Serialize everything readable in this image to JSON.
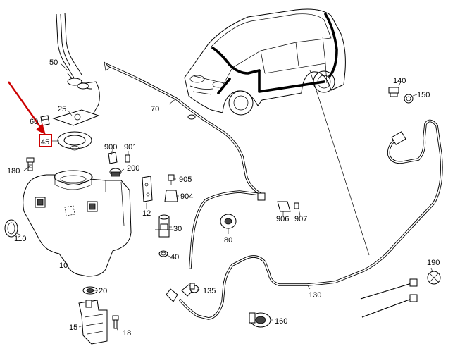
{
  "diagram": {
    "highlight_color": "#cc0000",
    "highlighted_label": "45",
    "labels": {
      "l10": "10",
      "l12": "12",
      "l15": "15",
      "l18": "18",
      "l20": "20",
      "l25": "25",
      "l30": "30",
      "l40": "40",
      "l45": "45",
      "l50": "50",
      "l60": "60",
      "l70": "70",
      "l80": "80",
      "l110": "110",
      "l130": "130",
      "l135": "135",
      "l140": "140",
      "l150": "150",
      "l160": "160",
      "l180": "180",
      "l190": "190",
      "l200": "200",
      "l900": "900",
      "l901": "901",
      "l904": "904",
      "l905": "905",
      "l906": "906",
      "l907": "907"
    }
  }
}
